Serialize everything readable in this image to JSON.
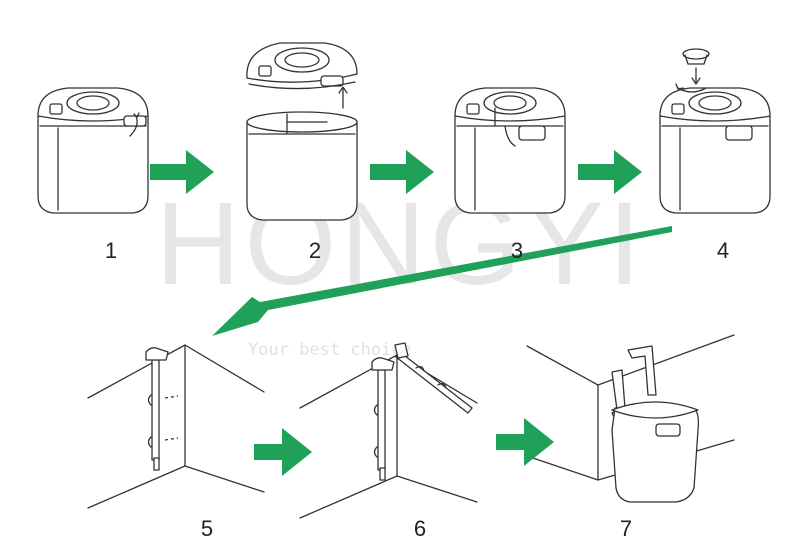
{
  "watermark": {
    "brand": "HONGYI",
    "slogan": "Your best choice"
  },
  "steps": [
    {
      "label": "1"
    },
    {
      "label": "2"
    },
    {
      "label": "3"
    },
    {
      "label": "4"
    },
    {
      "label": "5"
    },
    {
      "label": "6"
    },
    {
      "label": "7"
    }
  ],
  "colors": {
    "arrow": "#1fa15a",
    "line": "#333333",
    "watermark": "#c8c8c8"
  }
}
